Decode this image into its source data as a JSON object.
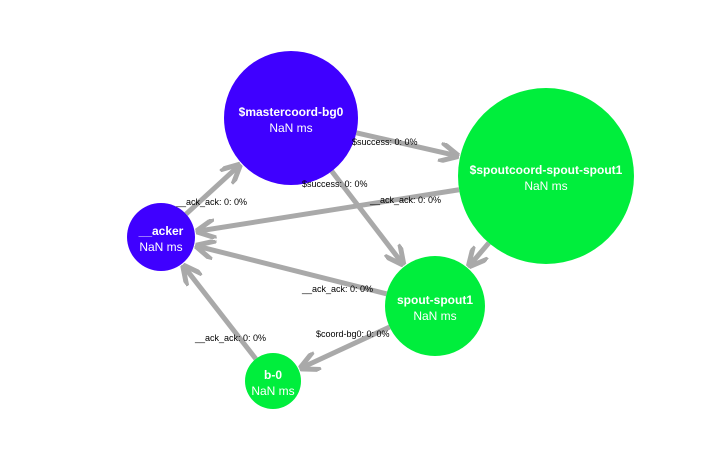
{
  "colors": {
    "blue": "#3f00ff",
    "green": "#00ee3c",
    "edge": "#a9a9a9"
  },
  "nodes": [
    {
      "id": "mastercoord",
      "name": "$mastercoord-bg0",
      "stat": "NaN ms",
      "color": "blue"
    },
    {
      "id": "spoutcoord",
      "name": "$spoutcoord-spout-spout1",
      "stat": "NaN ms",
      "color": "green"
    },
    {
      "id": "acker",
      "name": "__acker",
      "stat": "NaN ms",
      "color": "blue"
    },
    {
      "id": "spout1",
      "name": "spout-spout1",
      "stat": "NaN ms",
      "color": "green"
    },
    {
      "id": "b0",
      "name": "b-0",
      "stat": "NaN ms",
      "color": "green"
    }
  ],
  "edges": [
    {
      "id": "master-to-spoutcoord",
      "from": "mastercoord",
      "to": "spoutcoord",
      "label": "$success: 0: 0%"
    },
    {
      "id": "master-to-spout1",
      "from": "mastercoord",
      "to": "spout1",
      "label": "$success: 0: 0%"
    },
    {
      "id": "acker-to-master",
      "from": "acker",
      "to": "mastercoord",
      "label": "__ack_ack: 0: 0%"
    },
    {
      "id": "spoutcoord-to-acker",
      "from": "spoutcoord",
      "to": "acker",
      "label": "__ack_ack: 0: 0%"
    },
    {
      "id": "spoutcoord-to-spout1",
      "from": "spoutcoord",
      "to": "spout1",
      "label": ""
    },
    {
      "id": "spout1-to-acker",
      "from": "spout1",
      "to": "acker",
      "label": "__ack_ack: 0: 0%"
    },
    {
      "id": "spout1-to-b0",
      "from": "spout1",
      "to": "b0",
      "label": "$coord-bg0: 0: 0%"
    },
    {
      "id": "b0-to-acker",
      "from": "b0",
      "to": "acker",
      "label": "__ack_ack: 0: 0%"
    }
  ]
}
